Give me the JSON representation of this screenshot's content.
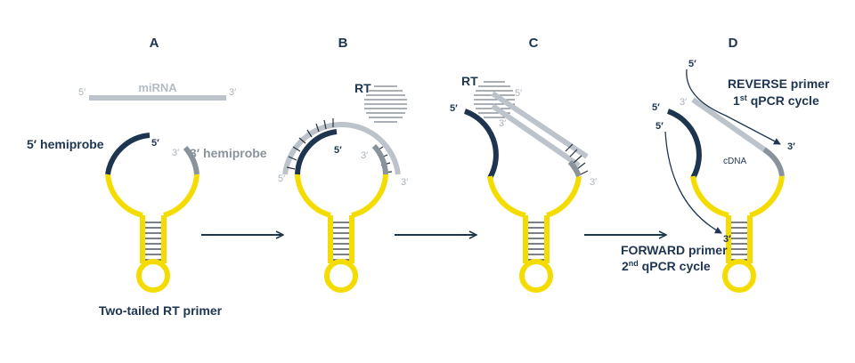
{
  "panels": {
    "a": "A",
    "b": "B",
    "c": "C",
    "d": "D"
  },
  "labels": {
    "mirna": "miRNA",
    "hemi5": "5′ hemiprobe",
    "hemi3": "3′ hemiprobe",
    "rt": "RT",
    "cdna": "cDNA",
    "two_tailed": "Two-tailed RT primer",
    "forward_line1": "FORWARD primer",
    "forward_line2_pre": "2",
    "forward_line2_sup": "nd",
    "forward_line2_post": " qPCR cycle",
    "reverse_line1": "REVERSE primer",
    "reverse_line2_pre": "1",
    "reverse_line2_sup": "st",
    "reverse_line2_post": " qPCR cycle"
  },
  "ends": {
    "five": "5′",
    "three": "3′"
  },
  "colors": {
    "navy": "#1e3550",
    "yellow": "#f5dc00",
    "grey": "#bcc3ca",
    "mid_grey": "#8a939c",
    "hatch": "#2a3440",
    "arrow": "#1e3550"
  }
}
